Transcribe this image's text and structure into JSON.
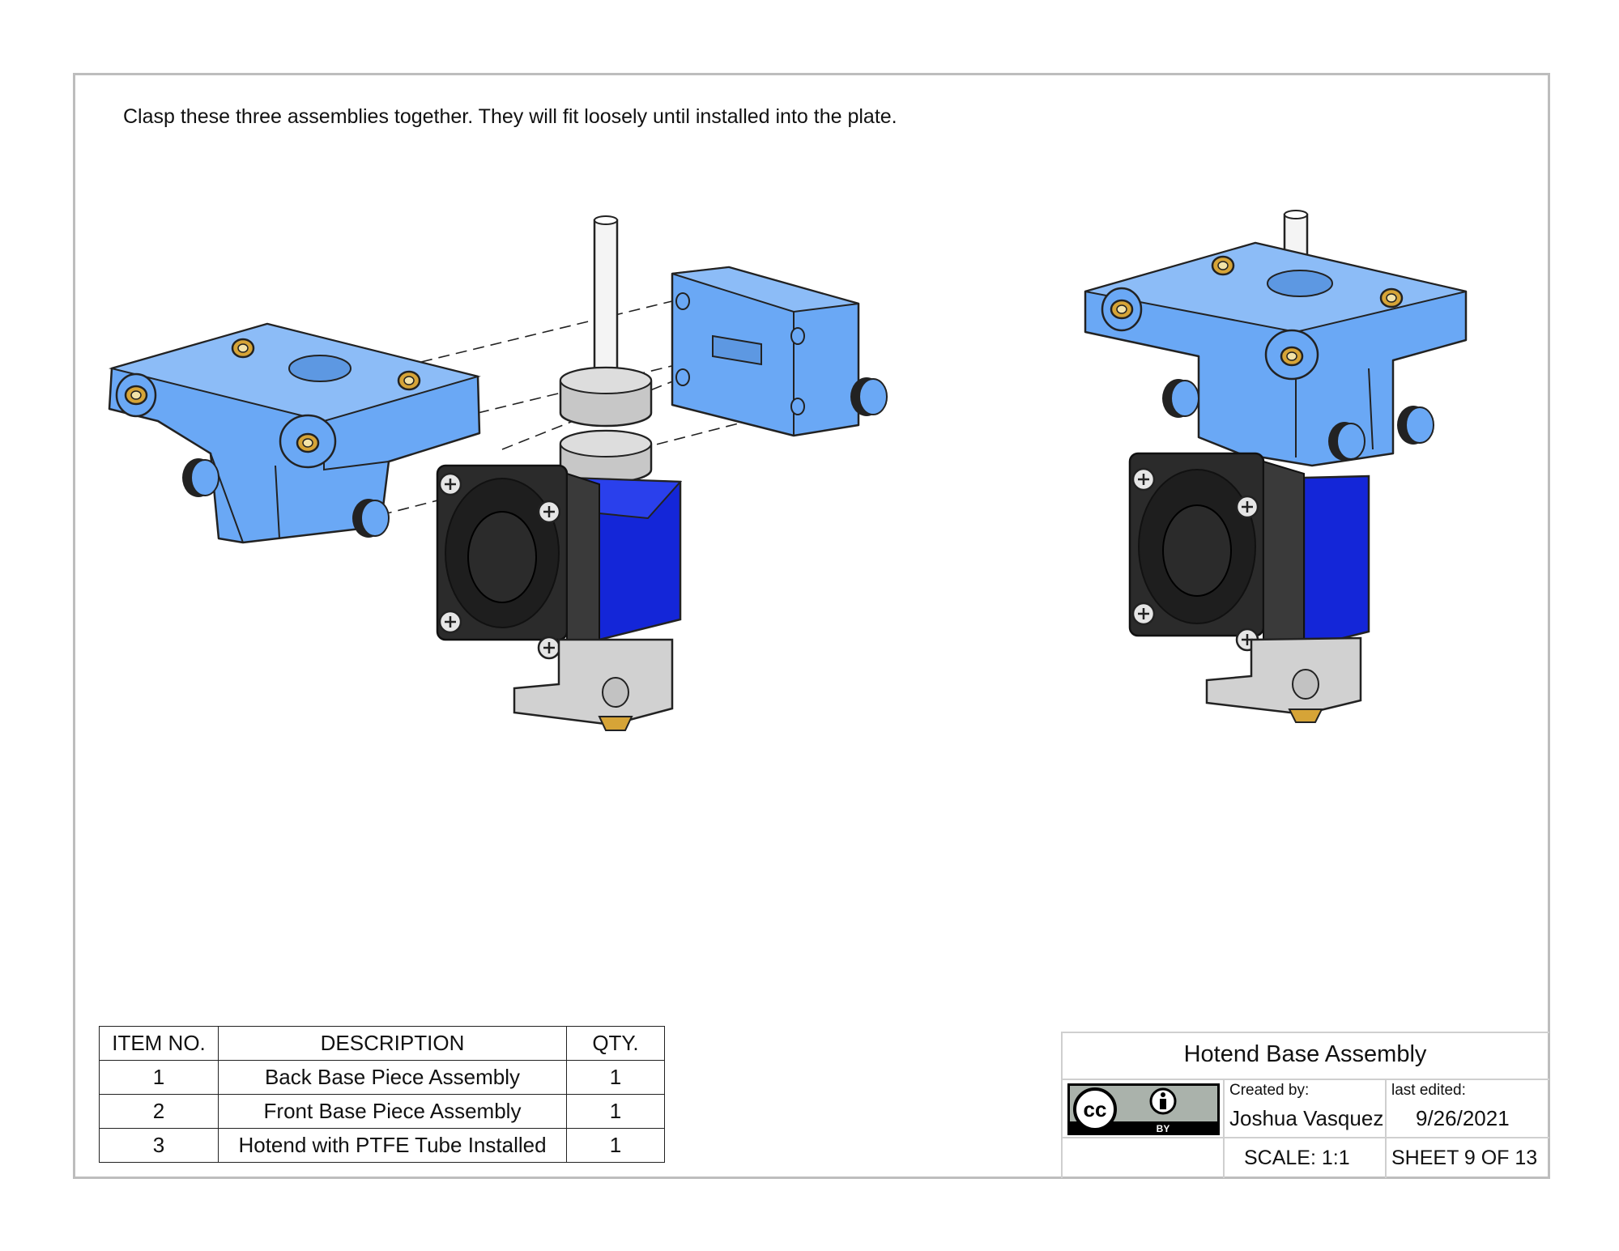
{
  "instruction": "Clasp these three assemblies together. They will fit loosely until installed into the plate.",
  "bom": {
    "headers": [
      "ITEM NO.",
      "DESCRIPTION",
      "QTY."
    ],
    "rows": [
      {
        "item": "1",
        "description": "Back Base Piece Assembly",
        "qty": "1"
      },
      {
        "item": "2",
        "description": "Front Base Piece Assembly",
        "qty": "1"
      },
      {
        "item": "3",
        "description": "Hotend with PTFE Tube Installed",
        "qty": "1"
      }
    ]
  },
  "title_block": {
    "title": "Hotend Base Assembly",
    "created_by_label": "Created by:",
    "author": "Joshua Vasquez",
    "last_edited_label": "last edited:",
    "date": "9/26/2021",
    "scale": "SCALE: 1:1",
    "sheet": "SHEET 9 OF 13",
    "license_badge": {
      "cc_text": "cc",
      "by_text": "BY"
    }
  },
  "colors": {
    "part_blue": "#6aa8f5",
    "shroud_blue": "#1426d8",
    "fan_black": "#2b2b2b",
    "aluminum": "#cfcfcf",
    "brass": "#d6a437",
    "border": "#bdbdbd"
  },
  "icons": [
    "creative-commons-icon",
    "attribution-person-icon"
  ]
}
